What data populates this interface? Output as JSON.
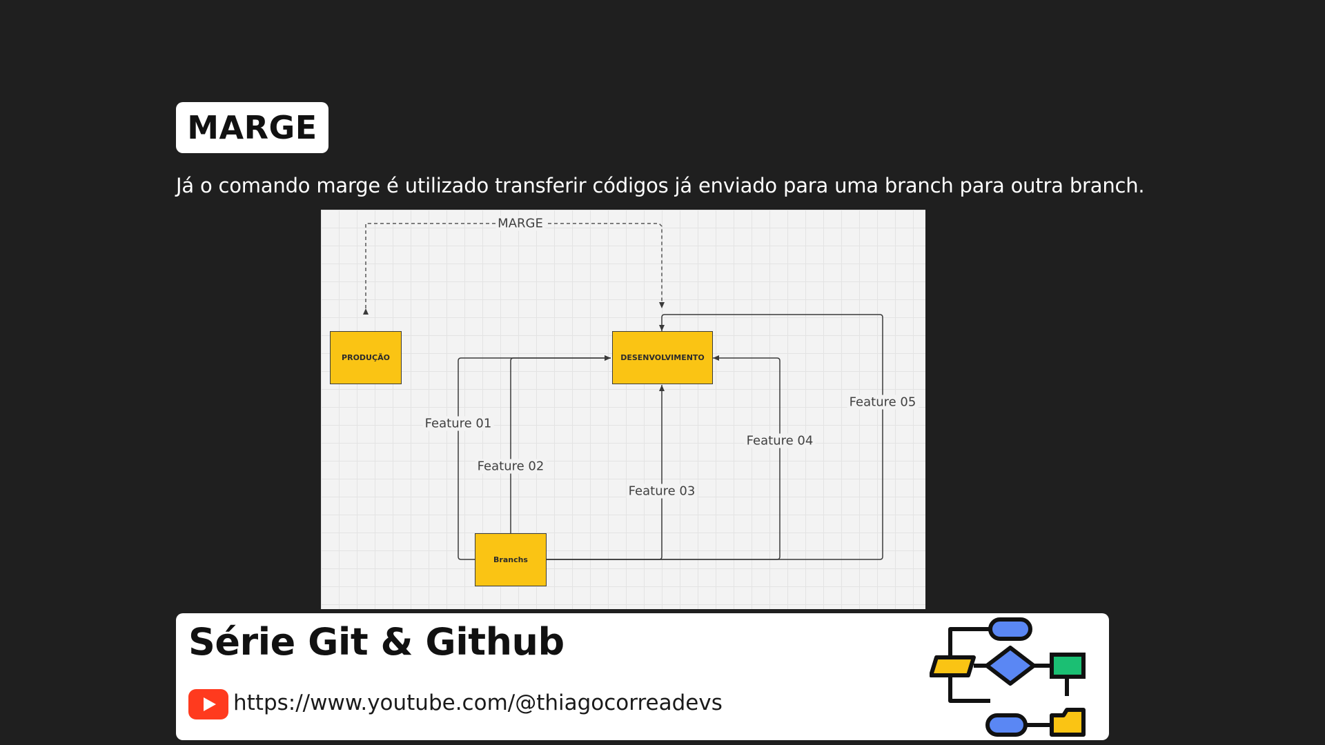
{
  "slide": {
    "title": "MARGE",
    "description": "Já o comando marge é utilizado transferir códigos já enviado para uma branch para outra branch."
  },
  "diagram": {
    "nodes": {
      "producao": "PRODUÇÃO",
      "desenvolvimento": "DESENVOLVIMENTO",
      "branchs": "Branchs"
    },
    "edges": {
      "marge": "MARGE",
      "feature01": "Feature 01",
      "feature02": "Feature 02",
      "feature03": "Feature 03",
      "feature04": "Feature 04",
      "feature05": "Feature 05"
    },
    "node_color": "#fac414"
  },
  "footer": {
    "series_title": "Série Git & Github",
    "youtube_url": "https://www.youtube.com/@thiagocorreadevs",
    "icons": [
      "youtube-icon",
      "flowchart-icon"
    ]
  },
  "colors": {
    "background": "#1f1f1f",
    "youtube_red": "#ff3a1e",
    "flow_blue": "#5a87f4",
    "flow_green": "#1bbf73",
    "flow_yellow": "#fac414"
  }
}
